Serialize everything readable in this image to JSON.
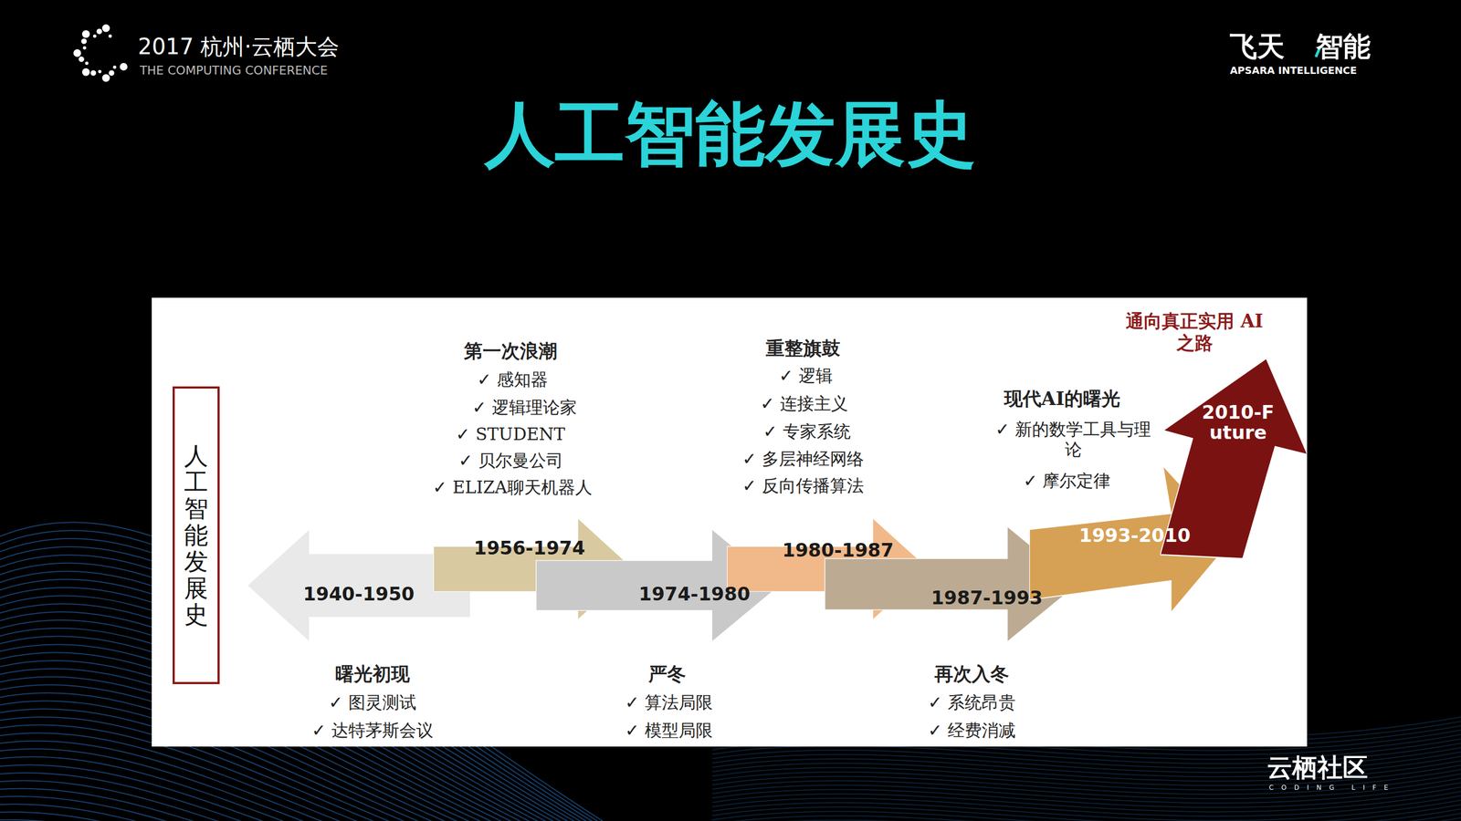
{
  "diagram": {
    "title": "人工智能发展史",
    "nodes": [
      {
        "text": [
          "人工智能发展史"
        ]
      },
      {
        "text": [
          "1940-1950"
        ]
      },
      {
        "text": [
          "1956-1974"
        ]
      },
      {
        "text": [
          "1974-1980"
        ]
      },
      {
        "text": [
          "1980-1987"
        ]
      },
      {
        "text": [
          "1987-1993"
        ]
      },
      {
        "text": [
          "1993-2010"
        ]
      },
      {
        "text": [
          "2010-Future"
        ]
      }
    ],
    "labels": [
      "2017 杭州·云栖大会",
      "THE COMPUTING CONFERENCE",
      "飞天",
      "智能",
      "APSARA INTELLIGENCE",
      "云栖社区",
      "CODING LIFE",
      "第一次浪潮",
      "✓ 感知器",
      "✓ 逻辑理论家",
      "✓ STUDENT",
      "✓ 贝尔曼公司",
      "✓ ELIZA聊天机器人",
      "重整旗鼓",
      "✓ 逻辑",
      "✓ 连接主义",
      "✓ 专家系统",
      "✓ 多层神经网络",
      "✓ 反向传播算法",
      "现代AI的曙光",
      "✓ 新的数学工具与理论",
      "✓ 摩尔定律",
      "通向真正实用 AI之路",
      "曙光初现",
      "✓ 图灵测试",
      "✓ 达特茅斯会议",
      "严冬",
      "✓ 算法局限",
      "✓ 模型局限",
      "再次入冬",
      "✓ 系统昂贵",
      "✓ 经费消减"
    ]
  }
}
